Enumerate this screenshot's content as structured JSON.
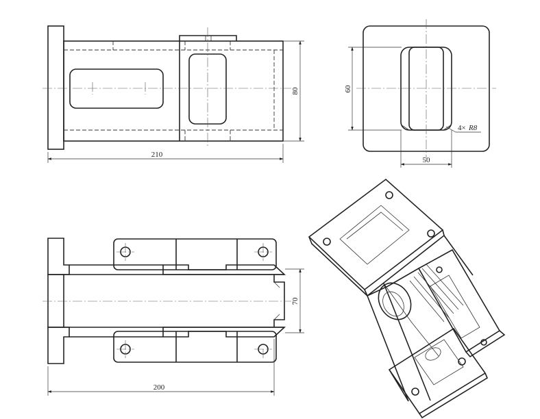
{
  "dimensions": {
    "front_length": "210",
    "front_height": "80",
    "side_height": "60",
    "side_width": "50",
    "fillet_note_prefix": "4×",
    "fillet_note_radius": "R8",
    "top_length": "200",
    "top_width": "70"
  },
  "colors": {
    "line": "#222222",
    "hatch": "#444444",
    "background": "#ffffff"
  }
}
